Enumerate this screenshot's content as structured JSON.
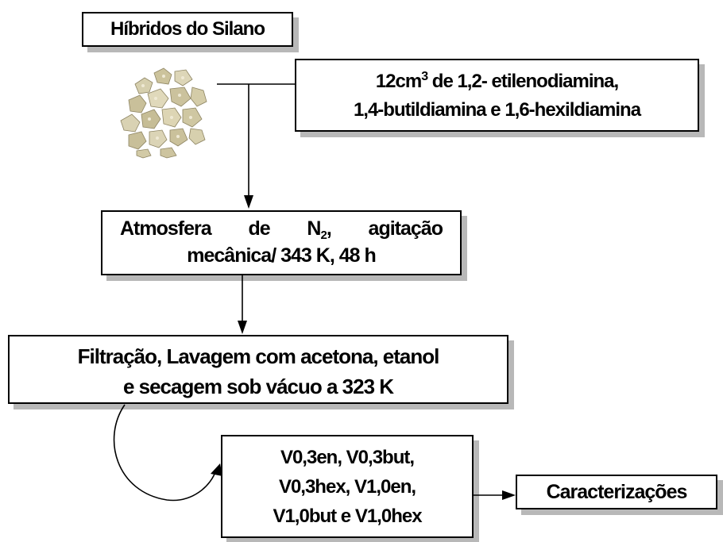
{
  "title": "Híbridos do Silano",
  "reagent": {
    "line1_pre": "12cm",
    "line1_sup": "3",
    "line1_post": " de 1,2- etilenodiamina,",
    "line2": "1,4-butildiamina e 1,6-hexildiamina"
  },
  "atmosphere": {
    "word1": "Atmosfera",
    "word2": "de",
    "word3_main": "N",
    "word3_sub": "2",
    "word3_tail": ",",
    "word4": "agitação",
    "line2": "mecânica/ 343 K, 48 h"
  },
  "filtration": {
    "line1": "Filtração, Lavagem com acetona, etanol",
    "line2": "e secagem sob vácuo a 323 K"
  },
  "samples": {
    "line1": "V0,3en, V0,3but,",
    "line2": "V0,3hex, V1,0en,",
    "line3": "V1,0but e V1,0hex"
  },
  "characterization": "Caracterizações",
  "colors": {
    "border": "#000000",
    "shadow": "#b8b8b8",
    "stone": "#cfc7a2"
  },
  "image": {
    "name": "silane-hybrid-stones-photo"
  }
}
